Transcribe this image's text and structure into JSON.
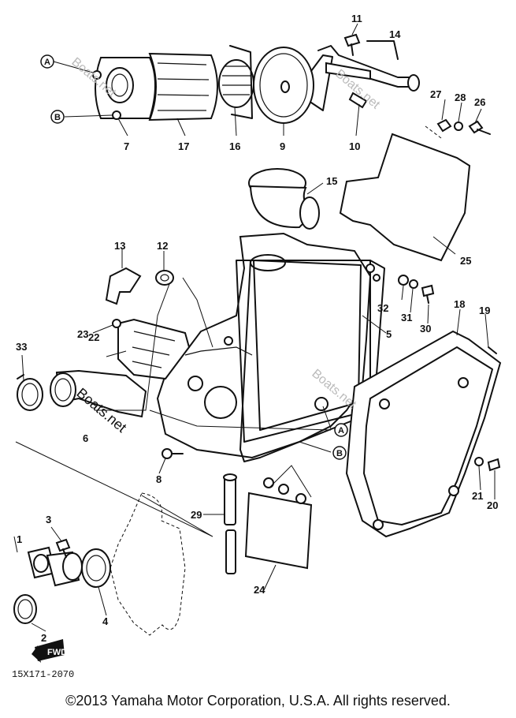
{
  "diagram": {
    "part_numbers": [
      "1",
      "2",
      "3",
      "4",
      "5",
      "6",
      "7",
      "8",
      "9",
      "10",
      "11",
      "12",
      "13",
      "14",
      "15",
      "16",
      "17",
      "18",
      "19",
      "20",
      "21",
      "22",
      "23",
      "24",
      "25",
      "26",
      "27",
      "28",
      "29",
      "30",
      "31",
      "32",
      "33"
    ],
    "markers": {
      "a": "A",
      "b": "B"
    },
    "fwd_label": "FWD",
    "watermark": "Boats.net",
    "drawing_code": "15X171-2070"
  },
  "footer": {
    "copyright": "©2013 Yamaha Motor Corporation, U.S.A. All rights reserved."
  }
}
